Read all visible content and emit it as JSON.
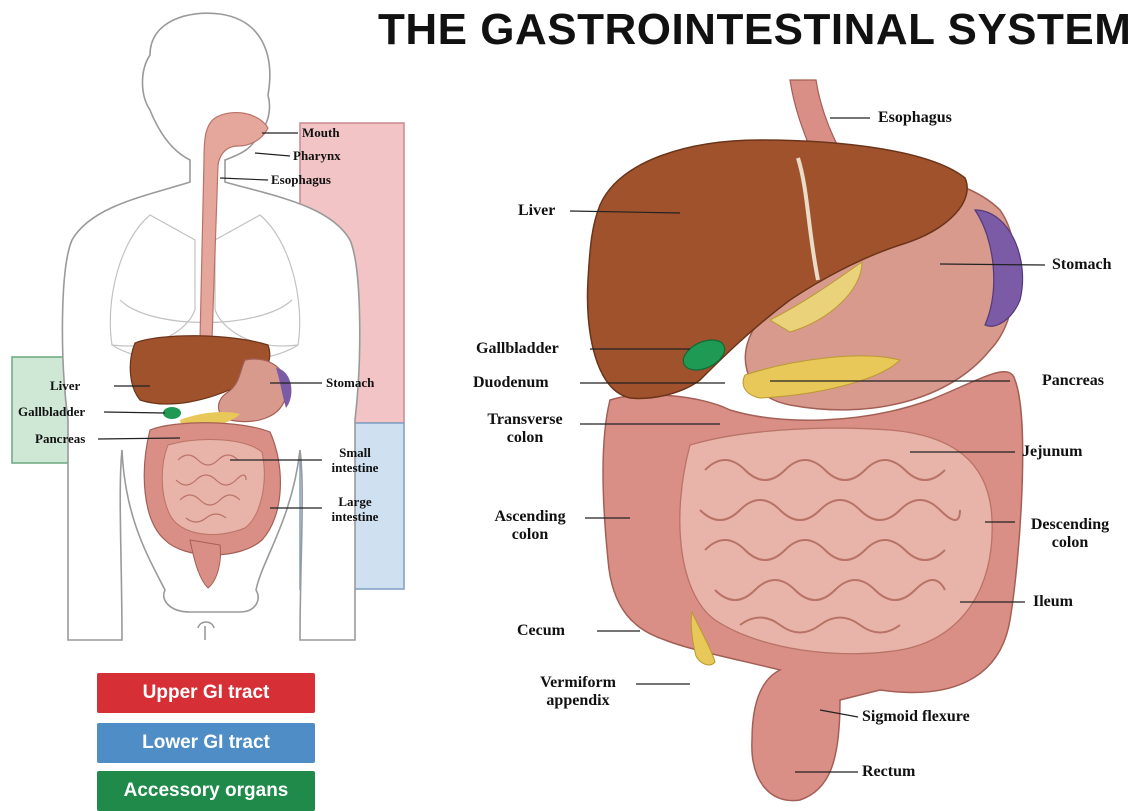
{
  "title": "THE GASTROINTESTINAL SYSTEM",
  "overview": {
    "labels": {
      "mouth": "Mouth",
      "pharynx": "Pharynx",
      "esophagus": "Esophagus",
      "liver": "Liver",
      "gallbladder": "Gallbladder",
      "pancreas": "Pancreas",
      "stomach": "Stomach",
      "small_intestine": [
        "Small",
        "intestine"
      ],
      "large_intestine": [
        "Large",
        "intestine"
      ]
    }
  },
  "legend": [
    {
      "label": "Upper GI tract",
      "color": "#d62f35"
    },
    {
      "label": "Lower GI tract",
      "color": "#4f8dc6"
    },
    {
      "label": "Accessory organs",
      "color": "#1f8a4a"
    }
  ],
  "detail": {
    "labels": {
      "esophagus": "Esophagus",
      "liver": "Liver",
      "stomach": "Stomach",
      "gallbladder": "Gallbladder",
      "duodenum": "Duodenum",
      "pancreas": "Pancreas",
      "transverse_colon": [
        "Transverse",
        "colon"
      ],
      "jejunum": "Jejunum",
      "ascending_colon": [
        "Ascending",
        "colon"
      ],
      "descending_colon": [
        "Descending",
        "colon"
      ],
      "ileum": "Ileum",
      "cecum": "Cecum",
      "vermiform_appendix": [
        "Vermiform",
        "appendix"
      ],
      "sigmoid_flexure": "Sigmoid flexure",
      "rectum": "Rectum"
    }
  },
  "colors": {
    "upper_region": "#f3c4c6",
    "lower_region": "#cfe0f1",
    "accessory_region": "#cfe8d6",
    "liver": "#a0522d",
    "stomach": "#d99a8e",
    "intestine": "#e8a99c",
    "colon": "#d98f86",
    "pancreas": "#e9c85a",
    "gallbladder": "#1f9a55",
    "spleen": "#7b5aa6"
  }
}
